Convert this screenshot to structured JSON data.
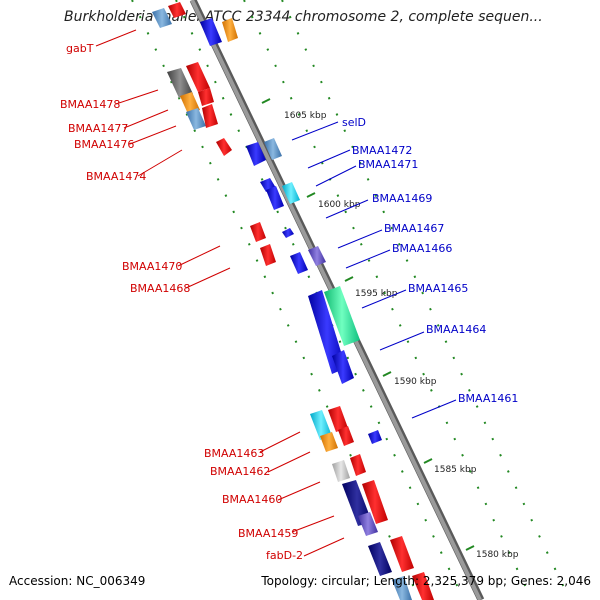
{
  "header": {
    "title": "Burkholderia mallei ATCC 23344 chromosome 2, complete sequen..."
  },
  "footer": {
    "accession": "Accession: NC_006349",
    "stats": "Topology: circular; Length: 2,325,379 bp; Genes: 2,046"
  },
  "colors": {
    "backbone": "#8c8c8c",
    "left_label": "#d00000",
    "right_label": "#0000c8",
    "tick": "#228822"
  },
  "kbp_ticks": [
    "1605 kbp",
    "1600 kbp",
    "1595 kbp",
    "1590 kbp",
    "1585 kbp",
    "1580 kbp"
  ],
  "left_labels": [
    "gabT",
    "BMAA1478",
    "BMAA1477",
    "BMAA1476",
    "BMAA1474",
    "BMAA1470",
    "BMAA1468",
    "BMAA1463",
    "BMAA1462",
    "BMAA1460",
    "BMAA1459",
    "fabD-2"
  ],
  "right_labels": [
    "selD",
    "BMAA1472",
    "BMAA1471",
    "BMAA1469",
    "BMAA1467",
    "BMAA1466",
    "BMAA1465",
    "BMAA1464",
    "BMAA1461"
  ]
}
